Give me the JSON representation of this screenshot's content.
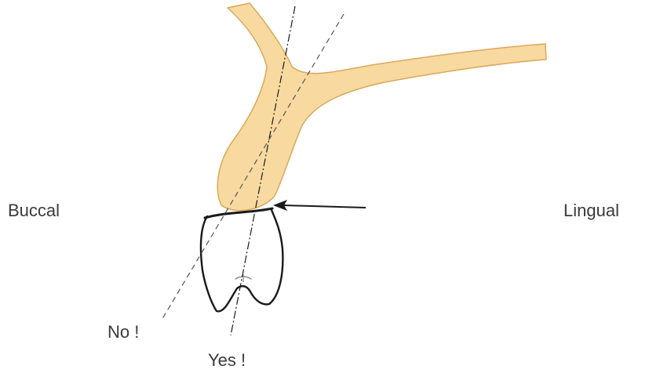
{
  "labels": {
    "buccal": "Buccal",
    "lingual": "Lingual",
    "no": "No !",
    "yes": "Yes !"
  },
  "colors": {
    "bone_fill": "#f8d9a0",
    "bone_outline": "#d9a85a",
    "ink": "#1a1a1a",
    "text": "#3a3a3a"
  }
}
